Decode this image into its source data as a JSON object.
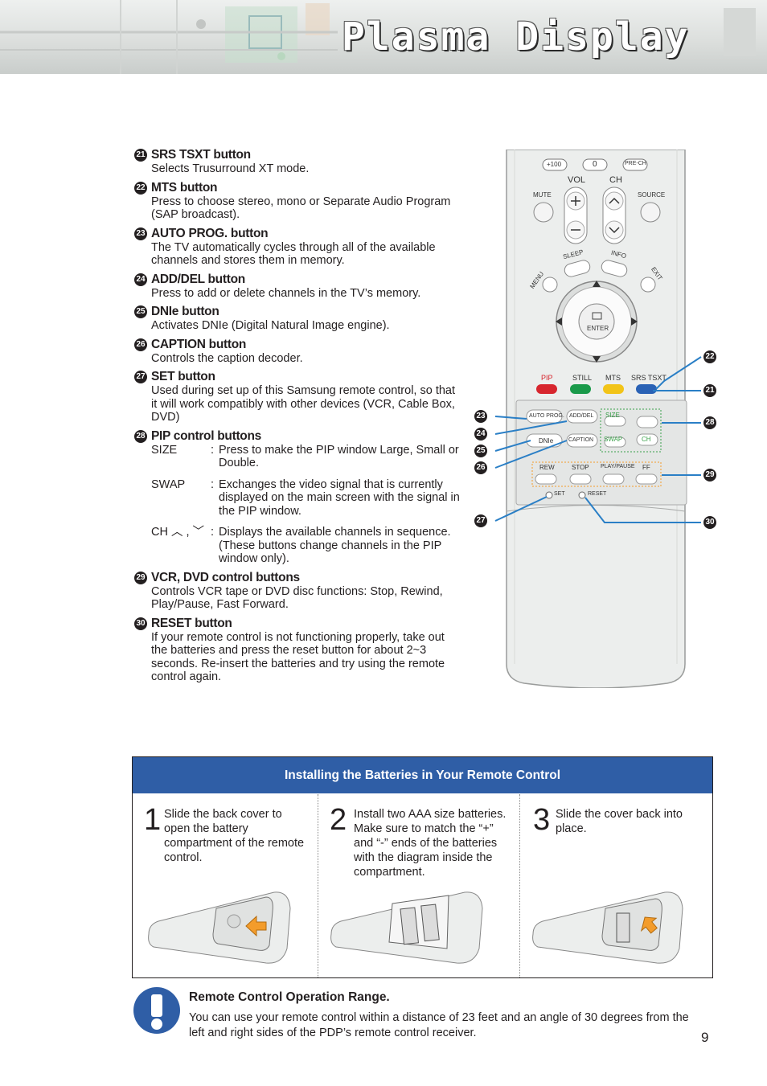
{
  "header": {
    "title": "Plasma Display"
  },
  "items": [
    {
      "num": "21",
      "title": "SRS TSXT button",
      "desc": "Selects Trusurround XT mode."
    },
    {
      "num": "22",
      "title": "MTS button",
      "desc": "Press to choose stereo, mono or Separate Audio Program (SAP broadcast)."
    },
    {
      "num": "23",
      "title": "AUTO PROG. button",
      "desc": "The TV automatically cycles through all of the available channels and stores them in memory."
    },
    {
      "num": "24",
      "title": "ADD/DEL button",
      "desc": "Press to add or delete channels in the TV’s memory."
    },
    {
      "num": "25",
      "title": "DNIe button",
      "desc": "Activates DNIe (Digital Natural Image engine)."
    },
    {
      "num": "26",
      "title": "CAPTION button",
      "desc": "Controls the caption decoder."
    },
    {
      "num": "27",
      "title": "SET button",
      "desc": "Used during set up of this Samsung remote control, so that it will work compatibly with other devices (VCR, Cable Box, DVD)"
    }
  ],
  "pip": {
    "num": "28",
    "title": "PIP control buttons",
    "rows": [
      {
        "key": "SIZE",
        "val": "Press to make the PIP window Large, Small or Double."
      },
      {
        "key": "SWAP",
        "val": "Exchanges the video signal that is currently displayed on the main screen with the signal in the PIP window."
      },
      {
        "key": "CH ︿ , ﹀",
        "val": "Displays the available channels in sequence. (These buttons change channels in the PIP window only)."
      }
    ]
  },
  "items2": [
    {
      "num": "29",
      "title": "VCR, DVD control buttons",
      "desc": "Controls VCR tape or DVD disc functions: Stop, Rewind, Play/Pause, Fast Forward."
    },
    {
      "num": "30",
      "title": "RESET button",
      "desc": "If your remote control is not functioning properly, take out the batteries and press the reset button for about 2~3 seconds. Re-insert the batteries and try using the remote control again."
    }
  ],
  "remote": {
    "labels": {
      "plus100": "+100",
      "zero": "0",
      "prech": "PRE-CH",
      "vol": "VOL",
      "ch": "CH",
      "mute": "MUTE",
      "source": "SOURCE",
      "sleep": "SLEEP",
      "info": "INFO",
      "menu": "MENU",
      "exit": "EXIT",
      "enter": "ENTER",
      "pip": "PIP",
      "still": "STILL",
      "mts": "MTS",
      "srs": "SRS TSXT",
      "autoprog": "AUTO PROG.",
      "adddel": "ADD/DEL",
      "size": "SIZE",
      "dnie": "DNIe",
      "caption": "CAPTION",
      "swap": "SWAP",
      "pipch": "CH",
      "rew": "REW",
      "stop": "STOP",
      "playpause": "PLAY/PAUSE",
      "ff": "FF",
      "set": "SET",
      "reset": "RESET"
    },
    "callouts": {
      "c22": "22",
      "c21": "21",
      "c23": "23",
      "c28": "28",
      "c24": "24",
      "c25": "25",
      "c26": "26",
      "c29": "29",
      "c27": "27",
      "c30": "30"
    },
    "colors": {
      "pip": "#d7262e",
      "still": "#1a9a4a",
      "mts": "#f2c418",
      "srs": "#2a62b5"
    }
  },
  "batteries": {
    "heading": "Installing the Batteries in Your Remote Control",
    "steps": [
      {
        "num": "1",
        "text": "Slide the back cover to open the battery compartment of the remote control."
      },
      {
        "num": "2",
        "text": "Install two AAA size batteries. Make sure to match the “+” and “-” ends of the batteries with the diagram inside the compartment."
      },
      {
        "num": "3",
        "text": "Slide the cover back into place."
      }
    ]
  },
  "note": {
    "title": "Remote Control Operation Range.",
    "text": "You can use your remote control within a distance of 23 feet and an angle of 30 degrees from the left and right sides of the PDP’s remote control receiver."
  },
  "page_number": "9"
}
